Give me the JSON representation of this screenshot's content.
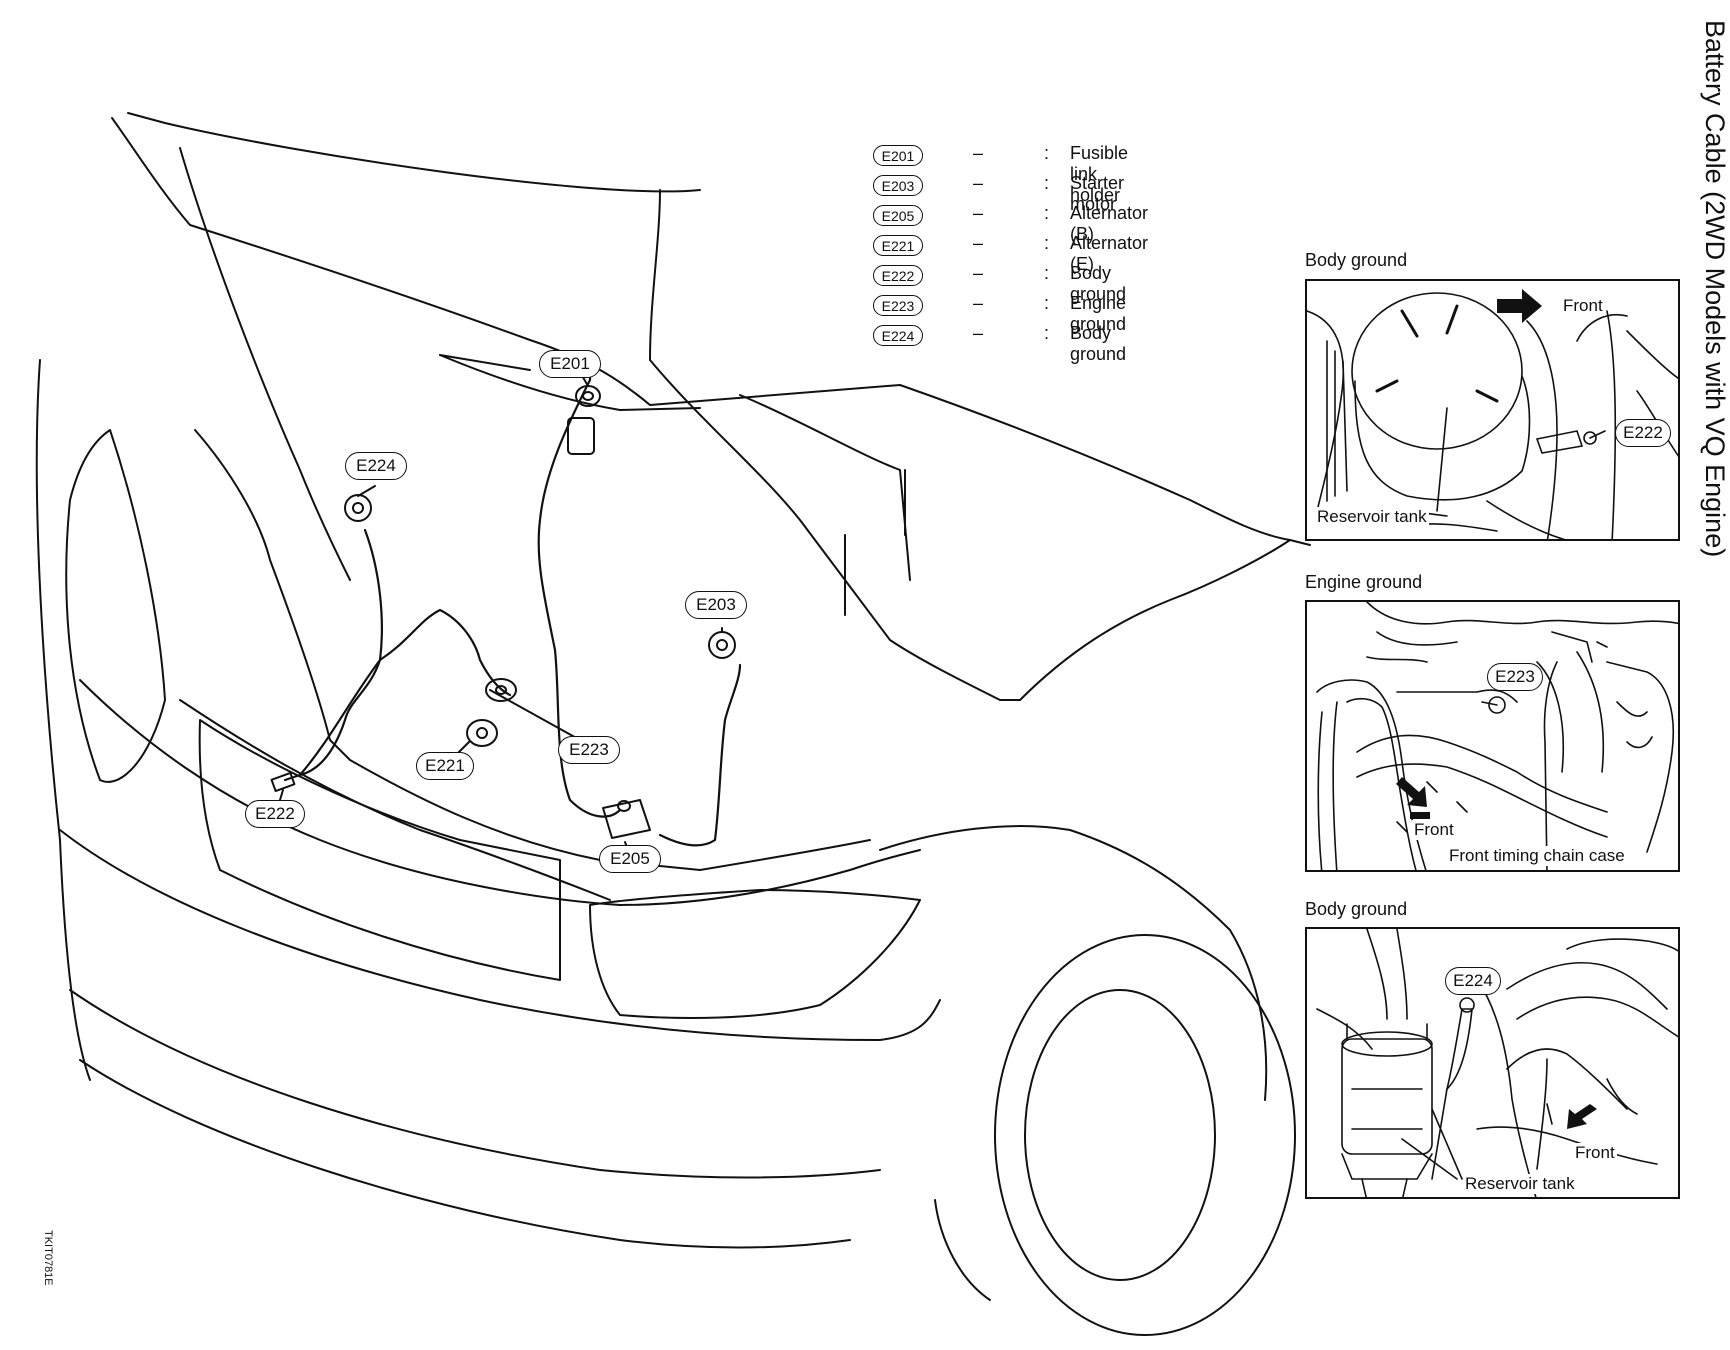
{
  "title": "Battery Cable (2WD Models with VQ Engine)",
  "image_code": "TKIT0781E",
  "legend": [
    {
      "code": "E201",
      "dash": "–",
      "colon": ":",
      "desc": "Fusible link holder"
    },
    {
      "code": "E203",
      "dash": "–",
      "colon": ":",
      "desc": "Starter motor"
    },
    {
      "code": "E205",
      "dash": "–",
      "colon": ":",
      "desc": "Alternator (B)"
    },
    {
      "code": "E221",
      "dash": "–",
      "colon": ":",
      "desc": "Alternator (E)"
    },
    {
      "code": "E222",
      "dash": "–",
      "colon": ":",
      "desc": "Body ground"
    },
    {
      "code": "E223",
      "dash": "–",
      "colon": ":",
      "desc": "Engine ground"
    },
    {
      "code": "E224",
      "dash": "–",
      "colon": ":",
      "desc": "Body ground"
    }
  ],
  "callouts": {
    "e201": "E201",
    "e224": "E224",
    "e203": "E203",
    "e223": "E223",
    "e221": "E221",
    "e222": "E222",
    "e205": "E205"
  },
  "panels": {
    "body_ground_1": {
      "caption": "Body ground",
      "front": "Front",
      "code": "E222",
      "tank": "Reservoir tank"
    },
    "engine_ground": {
      "caption": "Engine ground",
      "code": "E223",
      "front": "Front",
      "case": "Front timing chain case"
    },
    "body_ground_2": {
      "caption": "Body ground",
      "code": "E224",
      "front": "Front",
      "tank": "Reservoir tank"
    }
  }
}
